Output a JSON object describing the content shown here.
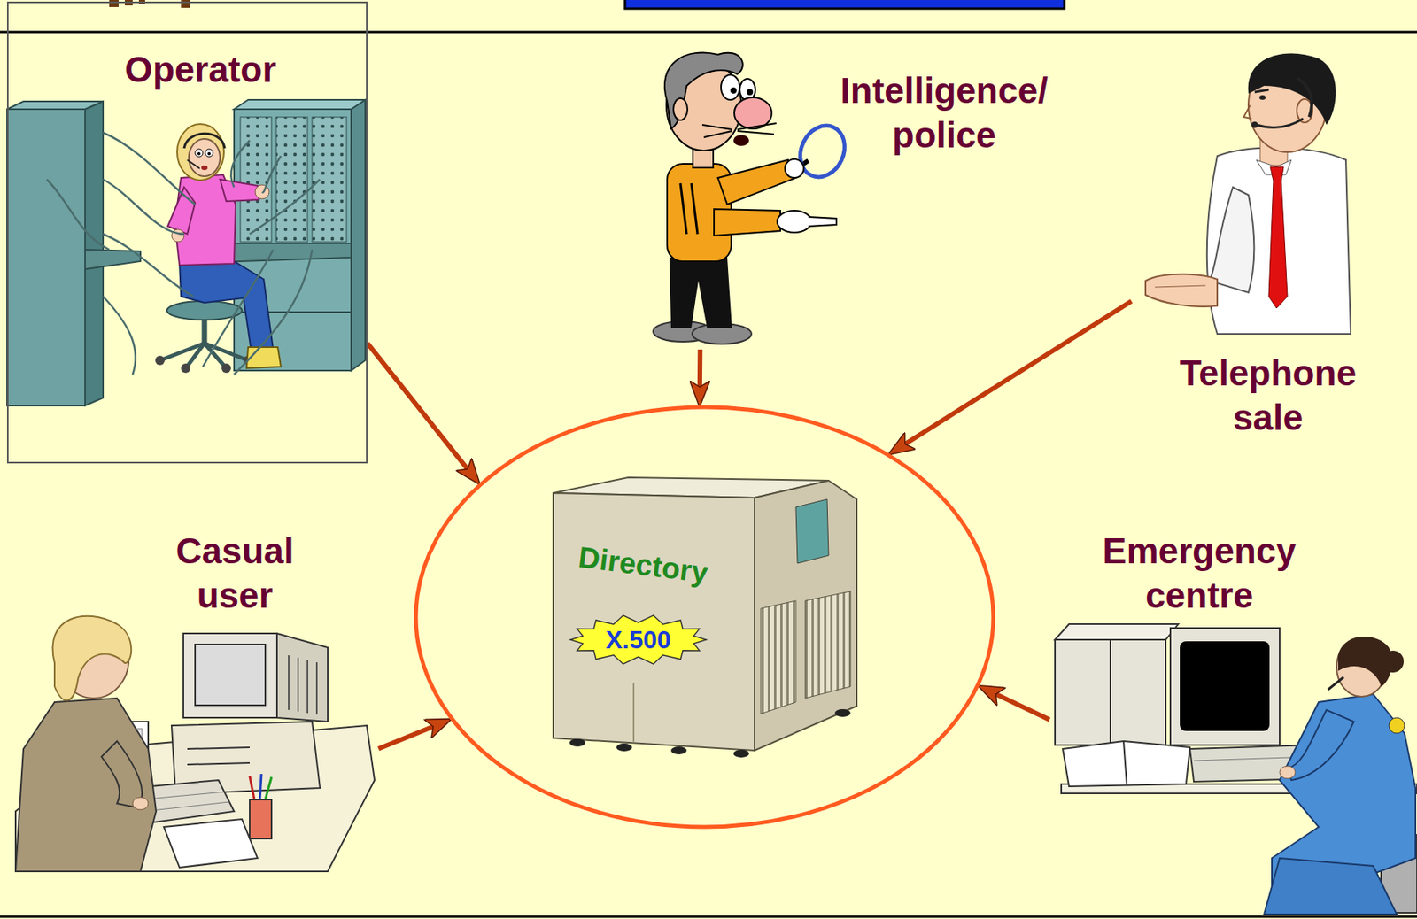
{
  "diagram": {
    "nodes": [
      {
        "text": [
          "Operator"
        ]
      },
      {
        "text": [
          "Intelligence/ police"
        ]
      },
      {
        "text": [
          "Telephone sale"
        ]
      },
      {
        "text": [
          "Casual user"
        ]
      },
      {
        "text": [
          "Directory"
        ]
      },
      {
        "text": [
          "X.500"
        ],
        "in": 4
      },
      {
        "text": [
          "Emergency centre"
        ]
      }
    ],
    "edges": [
      {
        "from": 0,
        "to": 4,
        "arrow": "to"
      },
      {
        "from": 1,
        "to": 4,
        "arrow": "to"
      },
      {
        "from": 2,
        "to": 4,
        "arrow": "to"
      },
      {
        "from": 3,
        "to": 4,
        "arrow": "to"
      },
      {
        "from": 6,
        "to": 4,
        "arrow": "to"
      }
    ]
  }
}
